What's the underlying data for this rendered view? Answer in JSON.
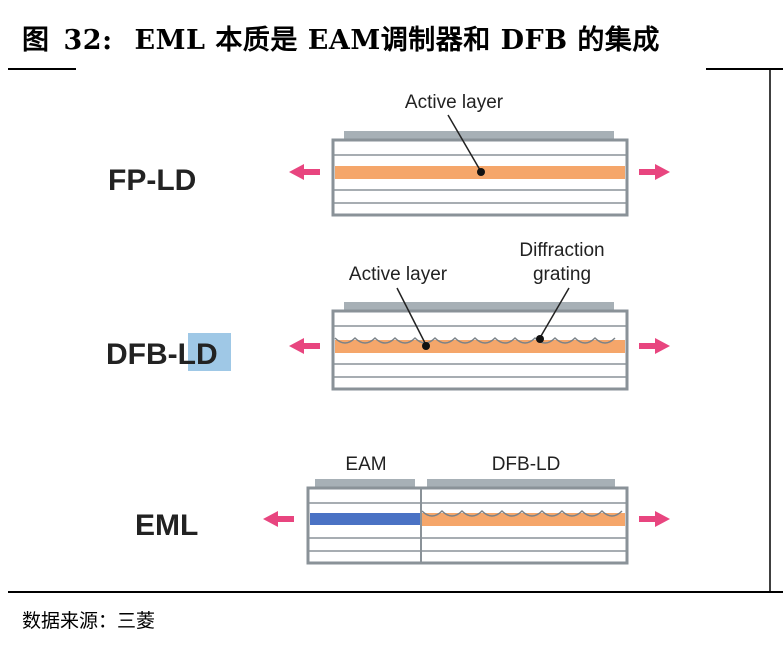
{
  "figure": {
    "prefix": "图",
    "number": "32:",
    "title": "EML 本质是 EAM调制器和 DFB 的集成"
  },
  "source": "数据来源：三菱",
  "rows": {
    "fp_ld": {
      "label": "FP-LD",
      "annotation": "Active layer"
    },
    "dfb_ld": {
      "label_a": "DFB-",
      "label_b": "LD",
      "annotation_active": "Active layer",
      "annotation_grating_1": "Diffraction",
      "annotation_grating_2": "grating"
    },
    "eml": {
      "label": "EML",
      "section_eam": "EAM",
      "section_dfb": "DFB-LD"
    }
  },
  "colors": {
    "active_layer": "#f5a66a",
    "eam_layer": "#4a72c4",
    "arrow": "#e8457f",
    "top_contact": "#a7b0b6",
    "frame": "#8a9298",
    "highlight": "#9fc8e6"
  }
}
